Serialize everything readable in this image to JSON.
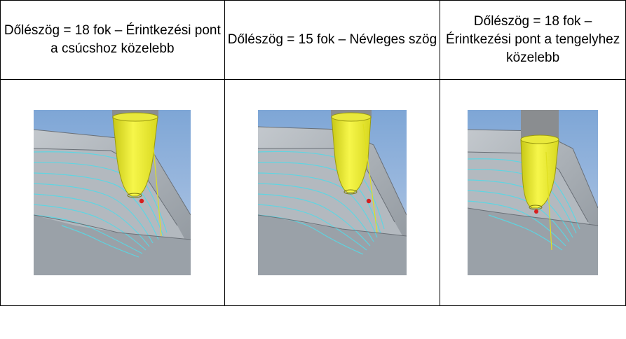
{
  "columns": [
    {
      "caption": "Dőlészög = 18 fok – Érintkezési pont a csúcshoz közelebb",
      "image": "tilt-18-contact-near-tip"
    },
    {
      "caption": "Dőlészög = 15 fok – Névleges szög",
      "image": "tilt-15-nominal"
    },
    {
      "caption": "Dőlészög = 18 fok – Érintkezési pont a tengelyhez közelebb",
      "image": "tilt-18-contact-near-axis"
    }
  ],
  "colors": {
    "tool_yellow": "#f2f23a",
    "toolpath_cyan": "#57d9e6",
    "part_gray": "#a9b0b6",
    "sky_blue": "#8fb2dc",
    "contact_point": "#d81e1e",
    "holder_gray": "#8a8d90"
  }
}
